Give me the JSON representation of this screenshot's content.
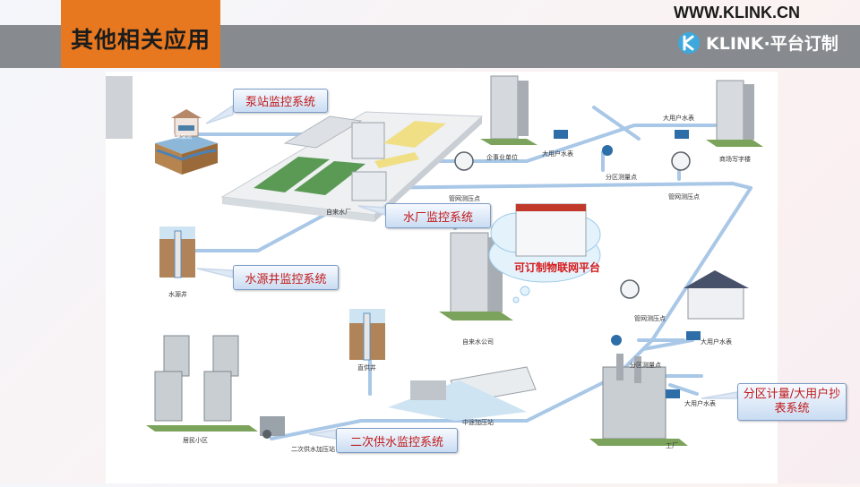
{
  "header": {
    "title": "其他相关应用",
    "url": "WWW.KLINK.CN",
    "brand": "KLINK·平台订制"
  },
  "callouts": {
    "pump_station": "泵站监控系统",
    "water_plant": "水厂监控系统",
    "source_well": "水源井监控系统",
    "secondary_supply": "二次供水监控系统",
    "zone_metering": "分区计量/大用户抄表系统"
  },
  "cloud": {
    "label": "可订制物联网平台"
  },
  "labels": {
    "pump_station_sign": "供水泵站",
    "enterprise": "企事业单位",
    "big_meter_1": "大用户水表",
    "big_meter_top": "大用户水表",
    "office": "商场写字楼",
    "zone_point_top": "分区测量点",
    "pressure_point_1": "管网测压点",
    "pressure_point_2": "管网测压点",
    "pressure_point_3": "管网测压点",
    "water_plant": "自来水厂",
    "source_well": "水源井",
    "water_company": "自来水公司",
    "big_meter_2": "大用户水表",
    "zone_point_bottom": "分区测量点",
    "big_meter_3": "大用户水表",
    "deep_well": "直供井",
    "residential": "居民小区",
    "secondary_station": "二次供水加压站",
    "booster_station": "中途加压站",
    "factory": "工厂"
  },
  "colors": {
    "accent": "#e8781f",
    "header_bar": "#878b8f",
    "pipe": "#a9c7e6",
    "callout_text": "#c21a1a"
  }
}
